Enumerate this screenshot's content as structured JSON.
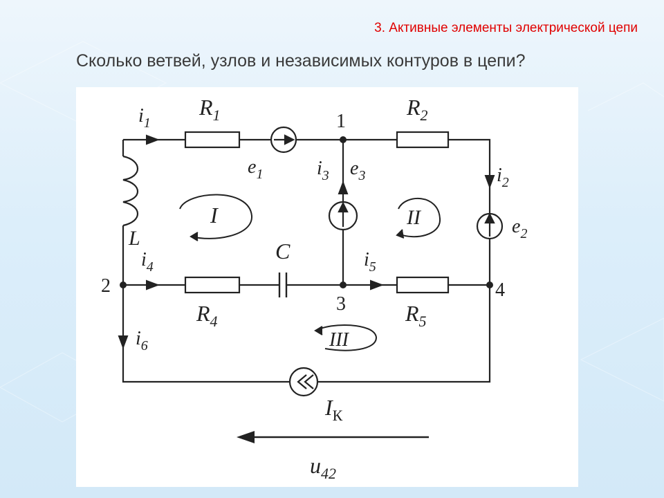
{
  "slide": {
    "header": "3. Активные элементы электрической цепи",
    "question": "Сколько ветвей, узлов и независимых контуров в цепи?"
  },
  "colors": {
    "header": "#e00000",
    "text": "#3a3a3a",
    "wire": "#222222"
  },
  "circuit": {
    "resistors": {
      "r1": "R",
      "r1_sub": "1",
      "r2": "R",
      "r2_sub": "2",
      "r4": "R",
      "r4_sub": "4",
      "r5": "R",
      "r5_sub": "5"
    },
    "capacitor": "C",
    "inductor": "L",
    "sources": {
      "e1": "e",
      "e1_sub": "1",
      "e2": "e",
      "e2_sub": "2",
      "e3": "e",
      "e3_sub": "3"
    },
    "currents": {
      "i1": "i",
      "i1_sub": "1",
      "i2": "i",
      "i2_sub": "2",
      "i3": "i",
      "i3_sub": "3",
      "i4": "i",
      "i4_sub": "4",
      "i5": "i",
      "i5_sub": "5",
      "i6": "i",
      "i6_sub": "6"
    },
    "nodes": {
      "n1": "1",
      "n2": "2",
      "n3": "3",
      "n4": "4"
    },
    "loops": {
      "loop1": "I",
      "loop2": "II",
      "loop3": "III"
    },
    "current_source": {
      "label": "I",
      "sub": "К"
    },
    "voltage": {
      "label": "u",
      "sub": "42"
    }
  }
}
